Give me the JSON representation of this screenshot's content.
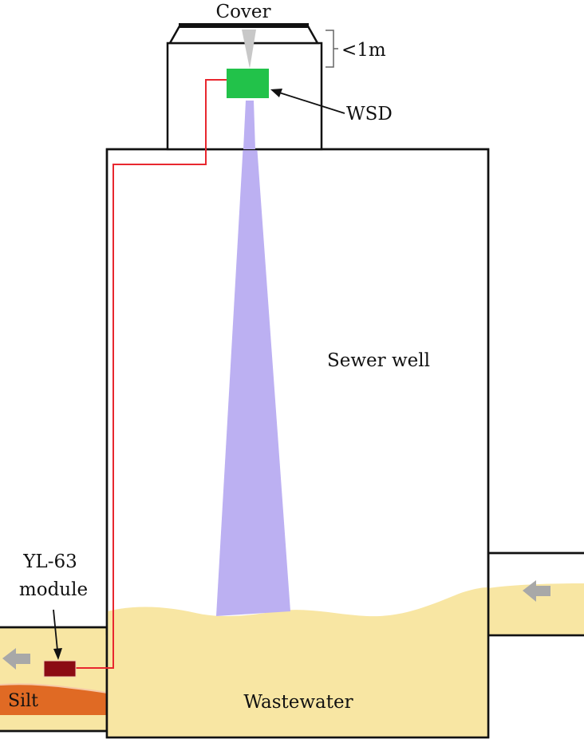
{
  "labels": {
    "cover": "Cover",
    "height": "<1m",
    "sensor": "WSD",
    "well": "Sewer well",
    "module_line1": "YL-63",
    "module_line2": "module",
    "silt": "Silt",
    "water": "Wastewater"
  },
  "colors": {
    "stroke": "#111111",
    "water": "#f8e6a3",
    "beam": "#bcb0f2",
    "sensor": "#22c24a",
    "module": "#8b0b14",
    "silt": "#e06a24",
    "cable": "#e8272f",
    "flow_arrow": "#a8a8a8",
    "cone": "#c8c8c8"
  },
  "icons": {
    "flow_in": "left-arrow-icon",
    "flow_out": "left-arrow-icon",
    "pointer": "arrow-pointer-icon",
    "height_brace": "brace-icon"
  }
}
